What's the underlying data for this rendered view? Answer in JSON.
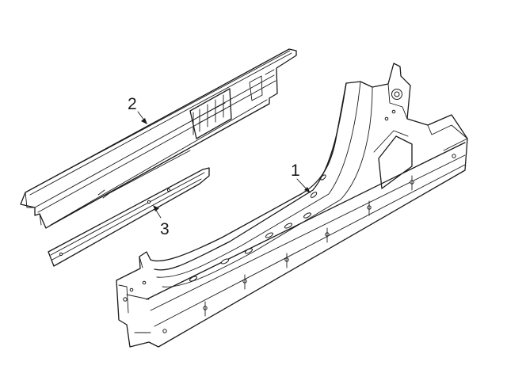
{
  "diagram": {
    "parts": [
      {
        "callout": "1",
        "part": "outer-rocker-panel"
      },
      {
        "callout": "2",
        "part": "inner-rocker-reinforcement"
      },
      {
        "callout": "3",
        "part": "rocker-extension-strip"
      }
    ],
    "colors": {
      "line": "#1a1a1a",
      "background": "#ffffff"
    }
  }
}
